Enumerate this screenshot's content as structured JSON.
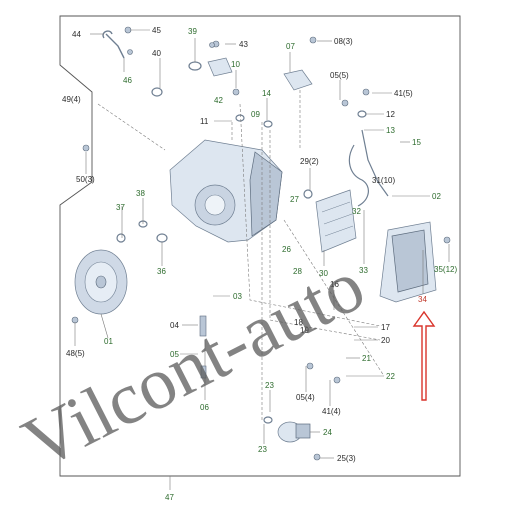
{
  "diagram": {
    "watermark": "Vilcont-auto",
    "accent_arrow_color": "#d9342b",
    "callouts": [
      {
        "id": "c44",
        "text": "44"
      },
      {
        "id": "c45",
        "text": "45"
      },
      {
        "id": "c46",
        "text": "46"
      },
      {
        "id": "c39",
        "text": "39"
      },
      {
        "id": "c40",
        "text": "40"
      },
      {
        "id": "c43",
        "text": "43"
      },
      {
        "id": "c42",
        "text": "42"
      },
      {
        "id": "c10",
        "text": "10"
      },
      {
        "id": "c07",
        "text": "07"
      },
      {
        "id": "c08",
        "text": "08(3)"
      },
      {
        "id": "c49",
        "text": "49(4)"
      },
      {
        "id": "c05a",
        "text": "05(5)"
      },
      {
        "id": "c41a",
        "text": "41(5)"
      },
      {
        "id": "c14",
        "text": "14"
      },
      {
        "id": "c11",
        "text": "11"
      },
      {
        "id": "c09",
        "text": "09"
      },
      {
        "id": "c12",
        "text": "12"
      },
      {
        "id": "c13",
        "text": "13"
      },
      {
        "id": "c15",
        "text": "15"
      },
      {
        "id": "c50",
        "text": "50(3)"
      },
      {
        "id": "c29",
        "text": "29(2)"
      },
      {
        "id": "c31",
        "text": "31(10)"
      },
      {
        "id": "c02",
        "text": "02"
      },
      {
        "id": "c38",
        "text": "38"
      },
      {
        "id": "c37",
        "text": "37"
      },
      {
        "id": "c27",
        "text": "27"
      },
      {
        "id": "c32",
        "text": "32"
      },
      {
        "id": "c26",
        "text": "26"
      },
      {
        "id": "c28",
        "text": "28"
      },
      {
        "id": "c30",
        "text": "30"
      },
      {
        "id": "c33",
        "text": "33"
      },
      {
        "id": "c35",
        "text": "35(12)"
      },
      {
        "id": "c36",
        "text": "36"
      },
      {
        "id": "c34",
        "text": "34"
      },
      {
        "id": "c16",
        "text": "16"
      },
      {
        "id": "c03",
        "text": "03"
      },
      {
        "id": "c01",
        "text": "01"
      },
      {
        "id": "c04",
        "text": "04"
      },
      {
        "id": "c18",
        "text": "18"
      },
      {
        "id": "c19",
        "text": "19"
      },
      {
        "id": "c17",
        "text": "17"
      },
      {
        "id": "c20",
        "text": "20"
      },
      {
        "id": "c48",
        "text": "48(5)"
      },
      {
        "id": "c05b",
        "text": "05"
      },
      {
        "id": "c21",
        "text": "21"
      },
      {
        "id": "c22",
        "text": "22"
      },
      {
        "id": "c05c",
        "text": "05(4)"
      },
      {
        "id": "c41b",
        "text": "41(4)"
      },
      {
        "id": "c06",
        "text": "06"
      },
      {
        "id": "c23a",
        "text": "23"
      },
      {
        "id": "c24",
        "text": "24"
      },
      {
        "id": "c23b",
        "text": "23"
      },
      {
        "id": "c25",
        "text": "25(3)"
      },
      {
        "id": "c47",
        "text": "47"
      }
    ]
  }
}
